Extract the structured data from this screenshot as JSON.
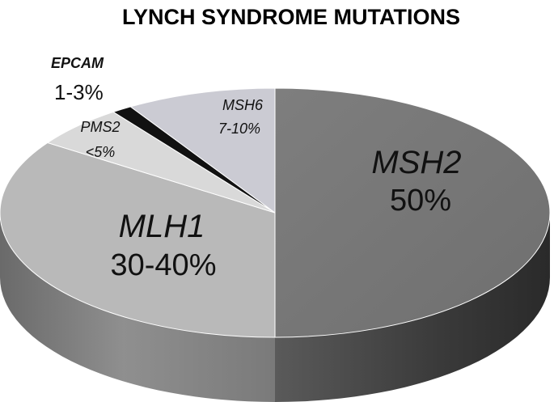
{
  "chart_data": {
    "type": "pie",
    "title": "LYNCH SYNDROME MUTATIONS",
    "categories": [
      "MSH2",
      "MLH1",
      "PMS2",
      "EPCAM",
      "MSH6"
    ],
    "labels": [
      "50%",
      "30-40%",
      "<5%",
      "1-3%",
      "7-10%"
    ],
    "values": [
      50,
      34.5,
      5.5,
      1.2,
      8.8
    ],
    "colors": {
      "MSH2": "#7b7b7b",
      "MLH1": "#b9b9b9",
      "PMS2": "#d9d9d9",
      "EPCAM": "#111111",
      "MSH6": "#cbcbd3"
    },
    "style": "3d"
  }
}
